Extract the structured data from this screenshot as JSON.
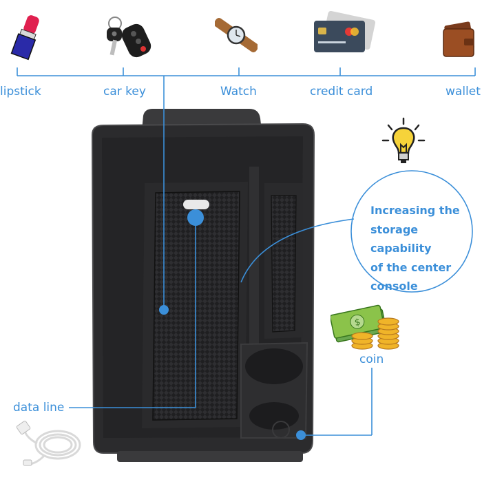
{
  "items": {
    "lipstick": "lipstick",
    "car_key": "car key",
    "watch": "Watch",
    "credit_card": "credit card",
    "wallet": "wallet"
  },
  "callout": {
    "line1": "Increasing the",
    "line2": "storage capability",
    "line3": "of the center",
    "line4": "console"
  },
  "coin_label": "coin",
  "data_line_label": "data line",
  "colors": {
    "accent": "#3b8fd9",
    "console": "#2b2b2d",
    "console_edge": "#4a4a4c"
  },
  "icons": [
    "lipstick-icon",
    "car-key-icon",
    "watch-icon",
    "credit-card-icon",
    "wallet-icon",
    "lightbulb-icon",
    "money-coins-icon",
    "usb-cable-icon"
  ]
}
